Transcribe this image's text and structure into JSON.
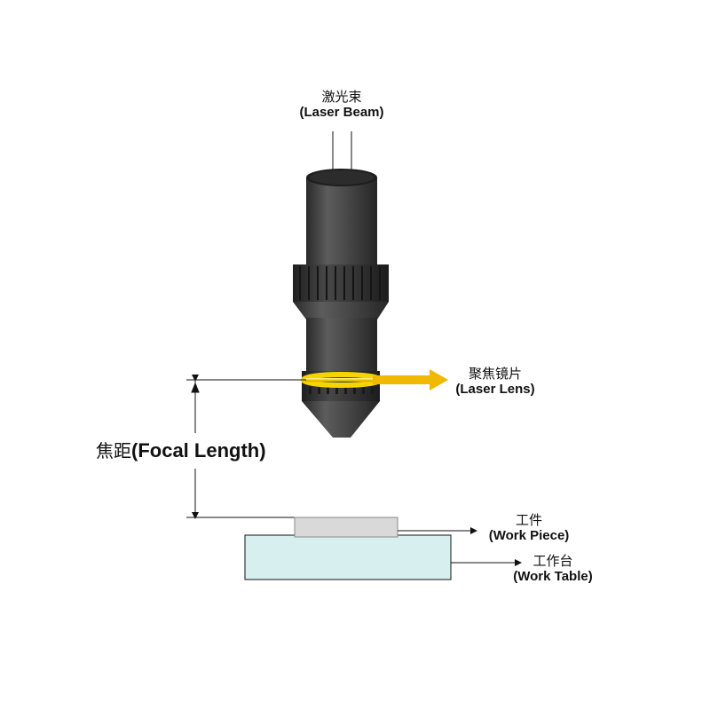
{
  "labels": {
    "laser_beam": {
      "cn": "激光束",
      "en": "(Laser Beam)"
    },
    "laser_lens": {
      "cn": "聚焦镜片",
      "en": "(Laser Lens)"
    },
    "focal_length": {
      "cn": "焦距",
      "en": "(Focal Length)"
    },
    "work_piece": {
      "cn": "工件",
      "en": "(Work Piece)"
    },
    "work_table": {
      "cn": "工作台",
      "en": "(Work Table)"
    }
  },
  "colors": {
    "nozzle": "#3b3b3b",
    "lens_highlight": "#f5d400",
    "lens_arrow": "#f0b800",
    "work_piece": "#d9d9d9",
    "work_table": "#d8efef",
    "lines": "#111111"
  }
}
